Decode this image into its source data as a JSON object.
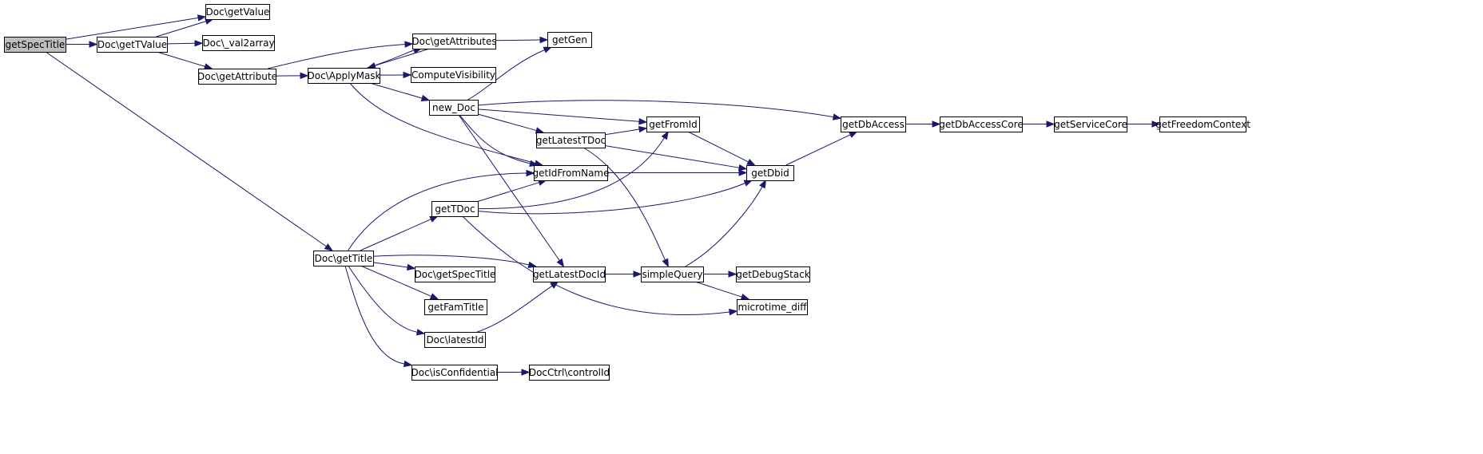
{
  "colors": {
    "edge": "#191970",
    "node_fill": "#ffffff",
    "root_fill": "#bfbfbf",
    "border": "#000000"
  },
  "nodes": [
    {
      "id": "getSpecTitle",
      "label": "getSpecTitle",
      "root": true
    },
    {
      "id": "DocGetValue",
      "label": "Doc\\getValue"
    },
    {
      "id": "DocGetTValue",
      "label": "Doc\\getTValue"
    },
    {
      "id": "DocVal2array",
      "label": "Doc\\_val2array"
    },
    {
      "id": "DocGetAttribute",
      "label": "Doc\\getAttribute"
    },
    {
      "id": "DocGetAttributes",
      "label": "Doc\\getAttributes"
    },
    {
      "id": "getGen",
      "label": "getGen"
    },
    {
      "id": "DocApplyMask",
      "label": "Doc\\ApplyMask"
    },
    {
      "id": "ComputeVisibility",
      "label": "ComputeVisibility"
    },
    {
      "id": "newDoc",
      "label": "new_Doc"
    },
    {
      "id": "getFromId",
      "label": "getFromId"
    },
    {
      "id": "getLatestTDoc",
      "label": "getLatestTDoc"
    },
    {
      "id": "getIdFromName",
      "label": "getIdFromName"
    },
    {
      "id": "getDbid",
      "label": "getDbid"
    },
    {
      "id": "getDbAccess",
      "label": "getDbAccess"
    },
    {
      "id": "getDbAccessCore",
      "label": "getDbAccessCore"
    },
    {
      "id": "getServiceCore",
      "label": "getServiceCore"
    },
    {
      "id": "getFreedomContext",
      "label": "getFreedomContext"
    },
    {
      "id": "getTDoc",
      "label": "getTDoc"
    },
    {
      "id": "DocGetTitle",
      "label": "Doc\\getTitle"
    },
    {
      "id": "DocGetSpecTitle",
      "label": "Doc\\getSpecTitle"
    },
    {
      "id": "getLatestDocId",
      "label": "getLatestDocId"
    },
    {
      "id": "simpleQuery",
      "label": "simpleQuery"
    },
    {
      "id": "getDebugStack",
      "label": "getDebugStack"
    },
    {
      "id": "microtimeDiff",
      "label": "microtime_diff"
    },
    {
      "id": "getFamTitle",
      "label": "getFamTitle"
    },
    {
      "id": "DocLatestId",
      "label": "Doc\\latestId"
    },
    {
      "id": "DocIsConfidential",
      "label": "Doc\\isConfidential"
    },
    {
      "id": "DocCtrlControlId",
      "label": "DocCtrl\\controlId"
    }
  ],
  "edges": [
    [
      "getSpecTitle",
      "DocGetValue"
    ],
    [
      "getSpecTitle",
      "DocGetTValue"
    ],
    [
      "getSpecTitle",
      "DocGetTitle"
    ],
    [
      "DocGetTValue",
      "DocGetValue"
    ],
    [
      "DocGetTValue",
      "DocVal2array"
    ],
    [
      "DocGetTValue",
      "DocGetAttribute"
    ],
    [
      "DocGetAttribute",
      "DocGetAttributes"
    ],
    [
      "DocGetAttribute",
      "DocApplyMask"
    ],
    [
      "DocGetAttributes",
      "getGen"
    ],
    [
      "DocGetAttributes",
      "DocApplyMask"
    ],
    [
      "DocApplyMask",
      "DocGetAttributes"
    ],
    [
      "DocApplyMask",
      "ComputeVisibility"
    ],
    [
      "DocApplyMask",
      "newDoc"
    ],
    [
      "DocApplyMask",
      "getIdFromName"
    ],
    [
      "newDoc",
      "getGen"
    ],
    [
      "newDoc",
      "getDbAccess"
    ],
    [
      "newDoc",
      "getFromId"
    ],
    [
      "newDoc",
      "getLatestTDoc"
    ],
    [
      "newDoc",
      "getIdFromName"
    ],
    [
      "newDoc",
      "getLatestDocId"
    ],
    [
      "getLatestTDoc",
      "getFromId"
    ],
    [
      "getLatestTDoc",
      "getDbid"
    ],
    [
      "getLatestTDoc",
      "simpleQuery"
    ],
    [
      "getFromId",
      "getDbid"
    ],
    [
      "getIdFromName",
      "getDbid"
    ],
    [
      "getDbid",
      "getDbAccess"
    ],
    [
      "getDbAccess",
      "getDbAccessCore"
    ],
    [
      "getDbAccessCore",
      "getServiceCore"
    ],
    [
      "getServiceCore",
      "getFreedomContext"
    ],
    [
      "getTDoc",
      "getIdFromName"
    ],
    [
      "getTDoc",
      "getFromId"
    ],
    [
      "getTDoc",
      "getDbid"
    ],
    [
      "getTDoc",
      "microtimeDiff"
    ],
    [
      "DocGetTitle",
      "getIdFromName"
    ],
    [
      "DocGetTitle",
      "getTDoc"
    ],
    [
      "DocGetTitle",
      "getLatestDocId"
    ],
    [
      "DocGetTitle",
      "DocGetSpecTitle"
    ],
    [
      "DocGetTitle",
      "getFamTitle"
    ],
    [
      "DocGetTitle",
      "DocLatestId"
    ],
    [
      "DocGetTitle",
      "DocIsConfidential"
    ],
    [
      "getLatestDocId",
      "simpleQuery"
    ],
    [
      "DocLatestId",
      "getLatestDocId"
    ],
    [
      "simpleQuery",
      "getDebugStack"
    ],
    [
      "simpleQuery",
      "microtimeDiff"
    ],
    [
      "simpleQuery",
      "getDbid"
    ],
    [
      "DocIsConfidential",
      "DocCtrlControlId"
    ]
  ]
}
